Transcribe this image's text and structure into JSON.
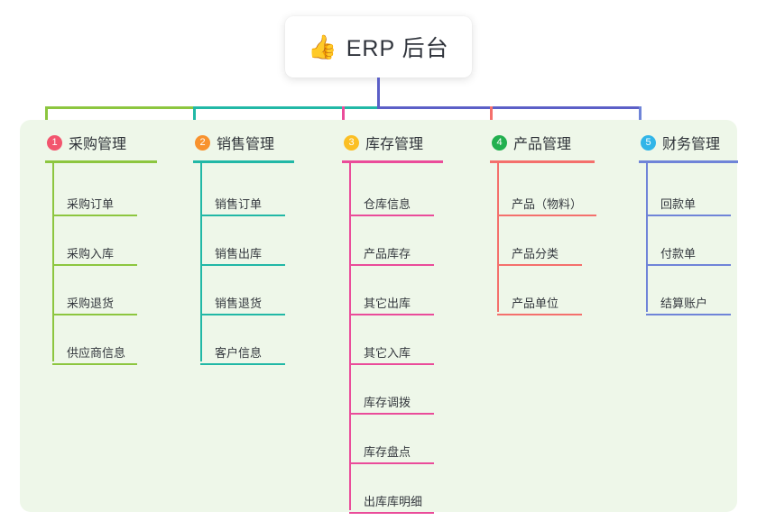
{
  "title": {
    "emoji": "👍",
    "emoji_name": "thumbs-up-icon",
    "text": "ERP 后台"
  },
  "colors": {
    "canvas": "#ffffff",
    "panel": "#eef7e9",
    "card": "#ffffff",
    "stem": "#5b5fc7",
    "text": "#30343c"
  },
  "connector": {
    "segments": [
      {
        "name": "segment-purchase",
        "color": "#8cc63f"
      },
      {
        "name": "segment-sales",
        "color": "#21b8a6"
      },
      {
        "name": "segment-right",
        "color": "#5b5fc7"
      }
    ]
  },
  "columns": [
    {
      "index": "1",
      "title": "采购管理",
      "badge_color": "#f2556e",
      "line_color": "#8cc63f",
      "drop_color": "#8cc63f",
      "items": [
        "采购订单",
        "采购入库",
        "采购退货",
        "供应商信息"
      ]
    },
    {
      "index": "2",
      "title": "销售管理",
      "badge_color": "#f8922e",
      "line_color": "#21b8a6",
      "drop_color": "#21b8a6",
      "items": [
        "销售订单",
        "销售出库",
        "销售退货",
        "客户信息"
      ]
    },
    {
      "index": "3",
      "title": "库存管理",
      "badge_color": "#fbbf24",
      "line_color": "#ea4c9a",
      "drop_color": "#ea4c9a",
      "items": [
        "仓库信息",
        "产品库存",
        "其它出库",
        "其它入库",
        "库存调拨",
        "库存盘点",
        "出库库明细"
      ]
    },
    {
      "index": "4",
      "title": "产品管理",
      "badge_color": "#22b04f",
      "line_color": "#f4706c",
      "drop_color": "#f4706c",
      "items": [
        "产品（物料）",
        "产品分类",
        "产品单位"
      ]
    },
    {
      "index": "5",
      "title": "财务管理",
      "badge_color": "#31b5e8",
      "line_color": "#6f84d8",
      "drop_color": "#6f84d8",
      "items": [
        "回款单",
        "付款单",
        "结算账户"
      ]
    }
  ]
}
